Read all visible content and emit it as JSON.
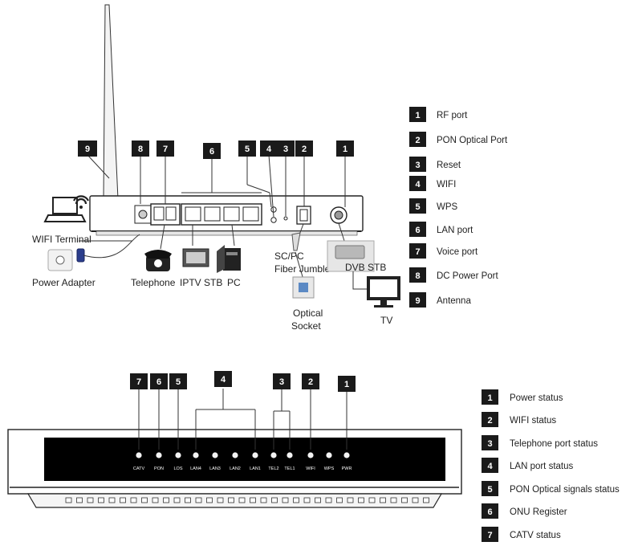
{
  "rear_panel": {
    "callouts": [
      "9",
      "8",
      "7",
      "6",
      "5",
      "4",
      "3",
      "2",
      "1"
    ],
    "legend": [
      {
        "num": "1",
        "label": "RF port"
      },
      {
        "num": "2",
        "label": "PON Optical Port"
      },
      {
        "num": "3",
        "label": "Reset"
      },
      {
        "num": "4",
        "label": "WIFI"
      },
      {
        "num": "5",
        "label": "WPS"
      },
      {
        "num": "6",
        "label": "LAN port"
      },
      {
        "num": "7",
        "label": "Voice port"
      },
      {
        "num": "8",
        "label": "DC Power Port"
      },
      {
        "num": "9",
        "label": "Antenna"
      }
    ],
    "devices": {
      "wifi_terminal": "WIFI Terminal",
      "power_adapter": "Power Adapter",
      "telephone": "Telephone",
      "iptv_stb": "IPTV STB",
      "pc": "PC",
      "fiber_jumble_1": "SC/PC",
      "fiber_jumble_2": "Fiber Jumble",
      "optical_socket_1": "Optical",
      "optical_socket_2": "Socket",
      "dvb_stb": "DVB STB",
      "tv": "TV"
    }
  },
  "front_panel": {
    "callouts": [
      "7",
      "6",
      "5",
      "4",
      "3",
      "2",
      "1"
    ],
    "led_labels": [
      "CATV",
      "PON",
      "LOS",
      "LAN4",
      "LAN3",
      "LAN2",
      "LAN1",
      "TEL2",
      "TEL1",
      "WIFI",
      "WPS",
      "PWR"
    ],
    "legend": [
      {
        "num": "1",
        "label": "Power status"
      },
      {
        "num": "2",
        "label": "WIFI status"
      },
      {
        "num": "3",
        "label": "Telephone port status"
      },
      {
        "num": "4",
        "label": "LAN port status"
      },
      {
        "num": "5",
        "label": "PON Optical signals status"
      },
      {
        "num": "6",
        "label": "ONU Register"
      },
      {
        "num": "7",
        "label": "CATV status"
      }
    ]
  }
}
